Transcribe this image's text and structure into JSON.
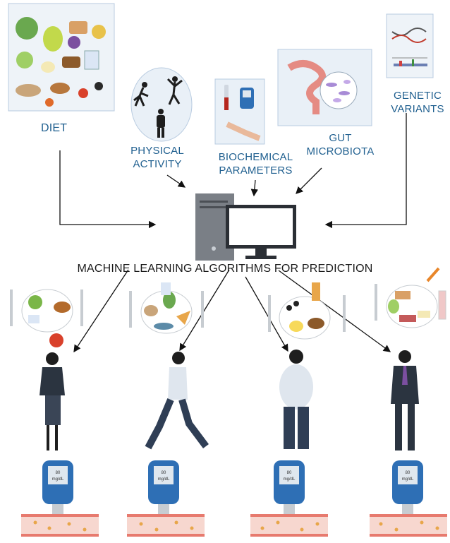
{
  "labels": {
    "diet": "DIET",
    "physical_activity": [
      "PHYSICAL",
      "ACTIVITY"
    ],
    "biochemical": [
      "BIOCHEMICAL",
      "PARAMETERS"
    ],
    "gut": [
      "GUT",
      "MICROBIOTA"
    ],
    "genetic": [
      "GENETIC",
      "VARIANTS"
    ]
  },
  "title": "MACHINE LEARNING ALGORITHMS FOR PREDICTION",
  "meters": [
    {
      "value": "80",
      "unit": "mg/dL"
    },
    {
      "value": "80",
      "unit": "mg/dL"
    },
    {
      "value": "80",
      "unit": "mg/dL"
    },
    {
      "value": "80",
      "unit": "mg/dL"
    }
  ],
  "colors": {
    "label": "#1f5f8f",
    "meter_blue": "#2e6fb5",
    "vessel_wall": "#e77a6e",
    "vessel_inner": "#f7d7cf",
    "glucose_dot": "#e8a64a",
    "panel_bg": "#e8f0f7"
  }
}
